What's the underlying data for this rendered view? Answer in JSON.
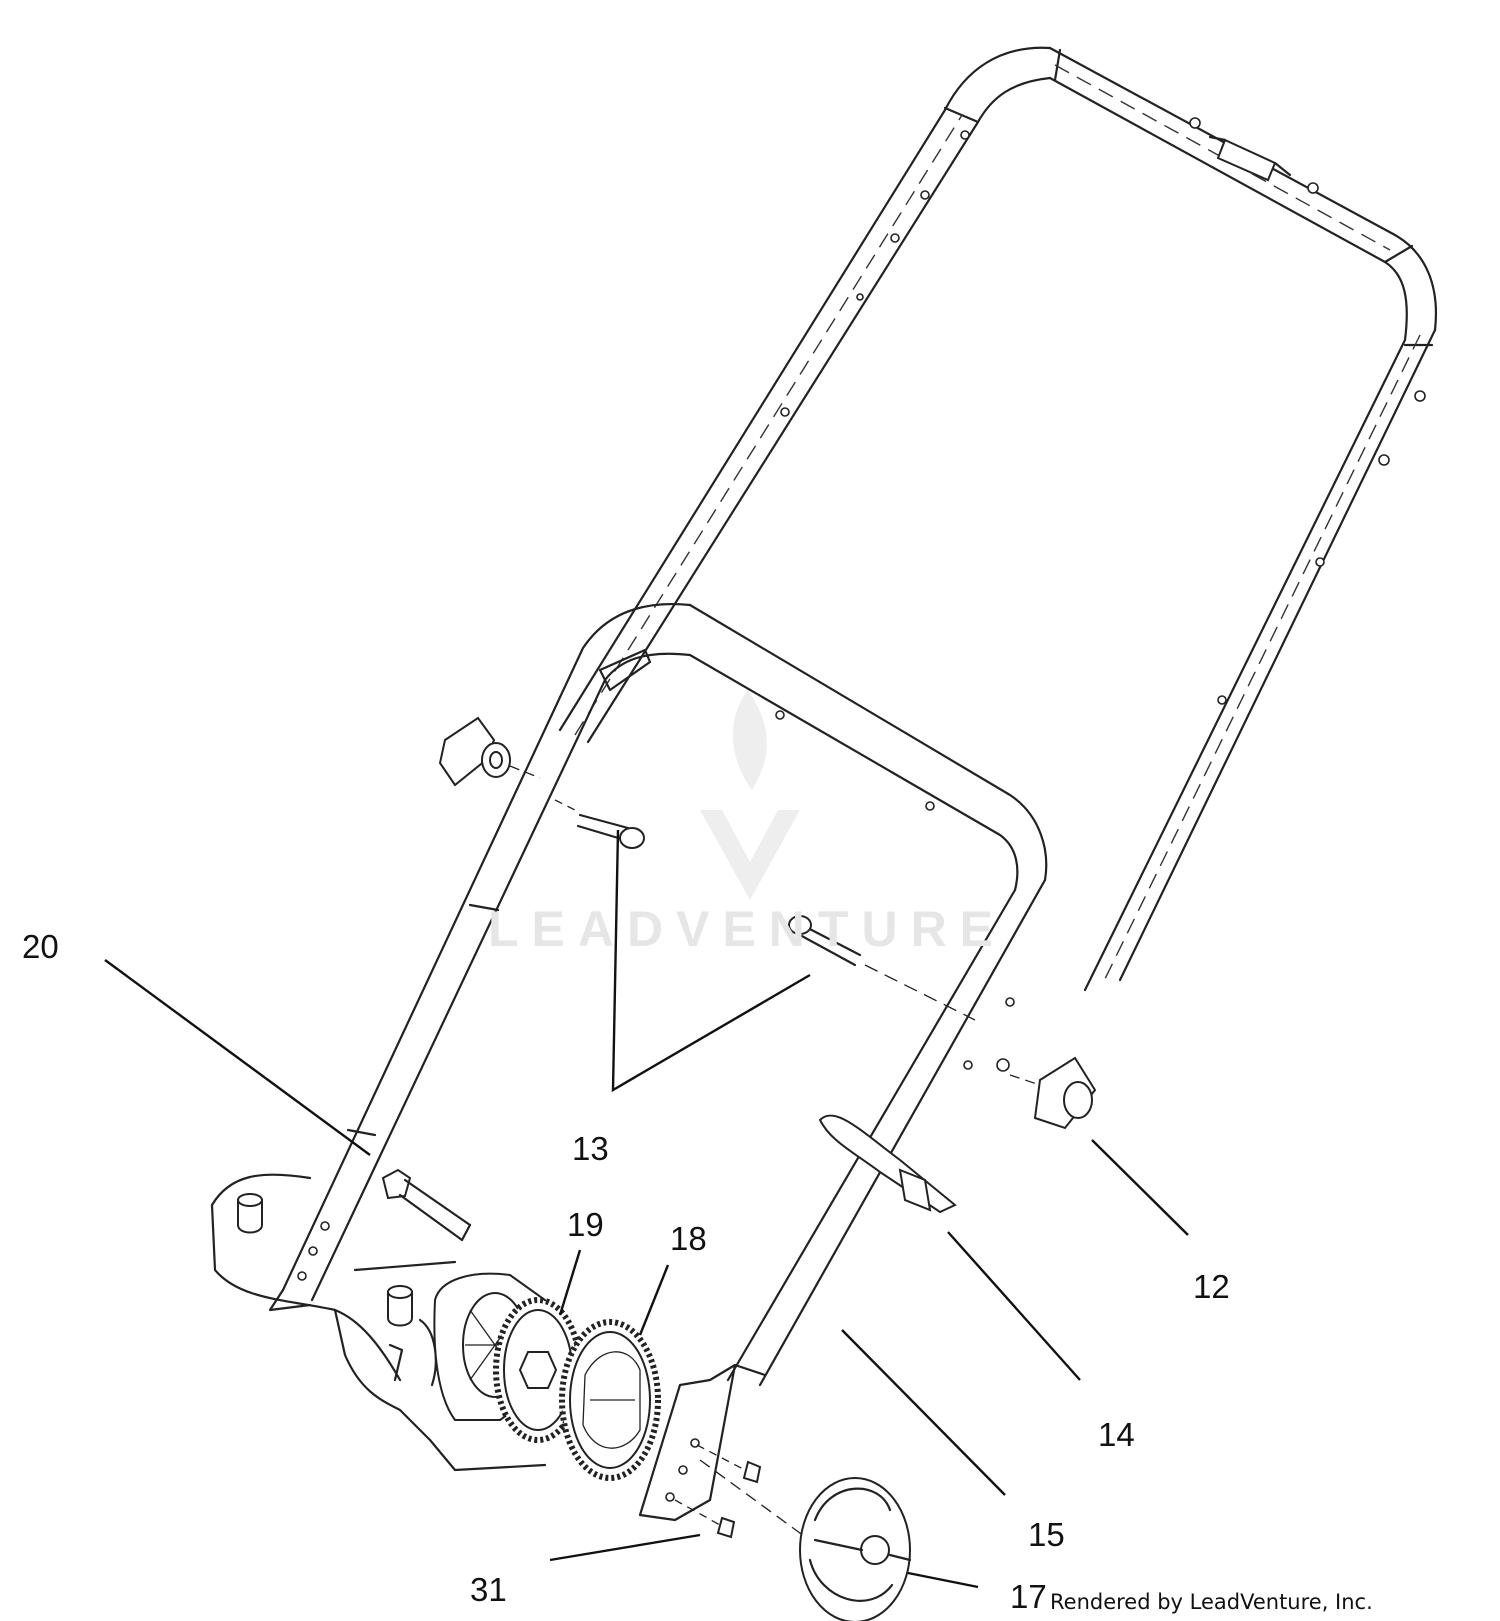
{
  "callouts": {
    "c12": "12",
    "c13": "13",
    "c14": "14",
    "c15": "15",
    "c17": "17",
    "c18": "18",
    "c19": "19",
    "c20": "20",
    "c31": "31"
  },
  "watermark": "LEADVENTURE",
  "credit": "Rendered by LeadVenture, Inc."
}
